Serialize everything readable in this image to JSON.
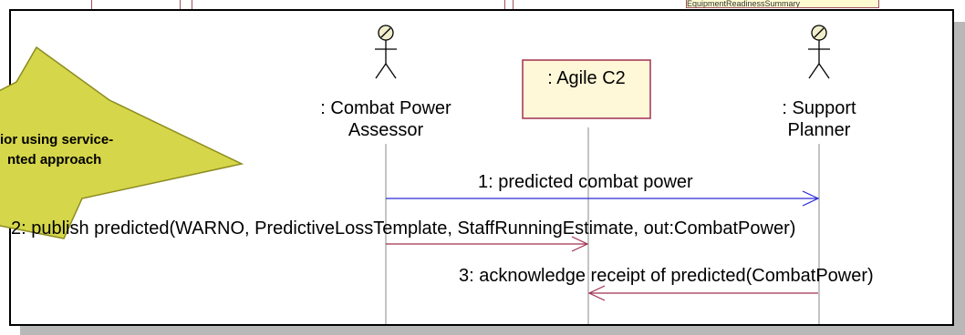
{
  "callout": {
    "line1": "ior using service-",
    "line2": "nted approach"
  },
  "actors": [
    {
      "id": "combat",
      "line1": ": Combat Power",
      "line2": "Assessor"
    },
    {
      "id": "support",
      "line1": ": Support",
      "line2": "Planner"
    }
  ],
  "system": {
    "label": ": Agile C2"
  },
  "messages": [
    {
      "label": "1: predicted combat power",
      "color": "#2b2bd6"
    },
    {
      "label": "2: publish predicted(WARNO, PredictiveLossTemplate, StaffRunningEstimate, out:CombatPower)",
      "color": "#a03050"
    },
    {
      "label": "3: acknowledge receipt of predicted(CombatPower)",
      "color": "#a03050"
    }
  ],
  "colors": {
    "lifeline": "#8a8a8a",
    "callout_fill": "#d6d64a",
    "callout_stroke": "#8c8c20",
    "box_fill": "#fff8d8",
    "box_border": "#a03050",
    "actor_head_fill": "#f0eecb"
  },
  "background_note": "EquipmentReadinessSummary"
}
